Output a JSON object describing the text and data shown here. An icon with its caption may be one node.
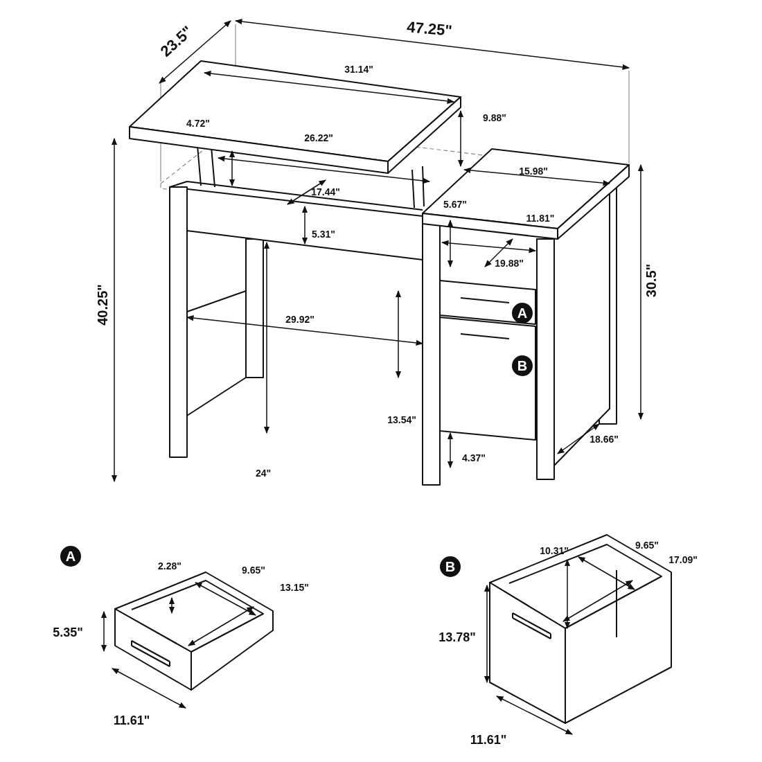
{
  "diagram": {
    "labels": [
      "47.25\"",
      "23.5\"",
      "31.14\"",
      "9.88\"",
      "4.72\"",
      "26.22\"",
      "15.98\"",
      "17.44\"",
      "5.67\"",
      "11.81\"",
      "5.31\"",
      "19.88\"",
      "30.5\"",
      "A",
      "40.25\"",
      "29.92\"",
      "B",
      "13.54\"",
      "18.66\"",
      "4.37\"",
      "24\"",
      "A",
      "2.28\"",
      "9.65\"",
      "13.15\"",
      "5.35\"",
      "11.61\"",
      "B",
      "10.31\"",
      "9.65\"",
      "17.09\"",
      "13.78\"",
      "11.61\""
    ]
  }
}
